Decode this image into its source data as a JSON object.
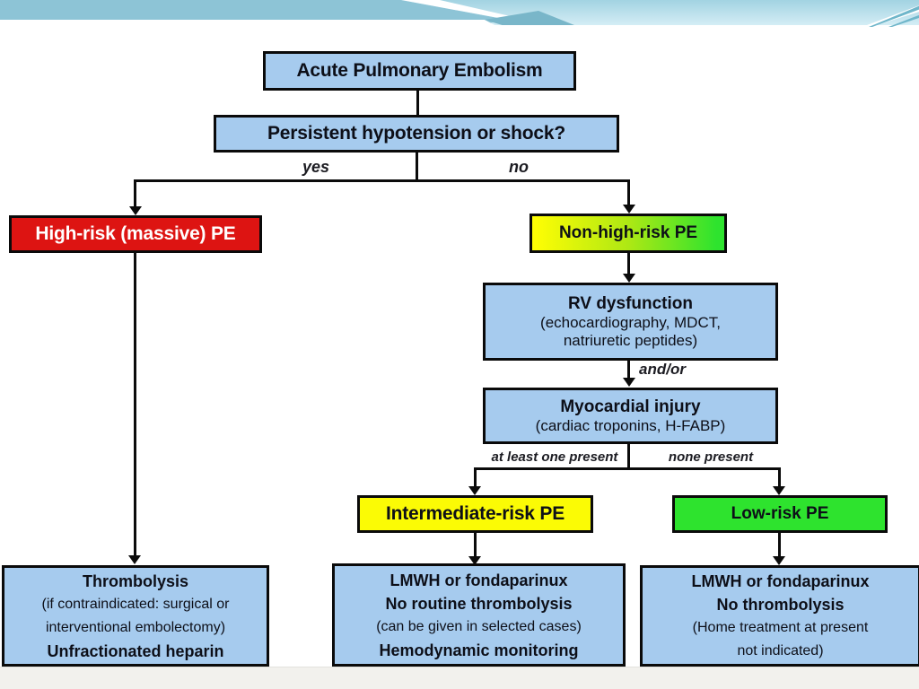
{
  "slide": {
    "nodes": {
      "title": "Acute Pulmonary Embolism",
      "question": "Persistent hypotension or shock?",
      "high_risk": "High-risk (massive) PE",
      "non_high_risk": "Non-high-risk PE",
      "rv_dysfunction": {
        "line1": "RV dysfunction",
        "line2": "(echocardiography, MDCT,",
        "line3": "natriuretic peptides)"
      },
      "myocardial_injury": {
        "line1": "Myocardial injury",
        "line2": "(cardiac troponins, H-FABP)"
      },
      "intermediate_risk": "Intermediate-risk PE",
      "low_risk": "Low-risk PE",
      "treatment_high_risk": {
        "line1": "Thrombolysis",
        "line2": "(if contraindicated: surgical or",
        "line3": "interventional embolectomy)",
        "line4": "Unfractionated heparin"
      },
      "treatment_intermediate": {
        "line1": "LMWH or fondaparinux",
        "line2": "No routine thrombolysis",
        "line3": "(can be given in selected cases)",
        "line4": "Hemodynamic monitoring"
      },
      "treatment_low": {
        "line1": "LMWH or fondaparinux",
        "line2": "No thrombolysis",
        "line3": "(Home treatment at present",
        "line4": "not indicated)"
      }
    },
    "edge_labels": {
      "yes": "yes",
      "no": "no",
      "and_or": "and/or",
      "at_least_one": "at least one present",
      "none_present": "none present"
    },
    "colors": {
      "node_blue": "#a6cbee",
      "high_risk_red": "#dd1412",
      "intermediate_yellow": "#fbfb05",
      "low_risk_green": "#2ee32e",
      "non_high_gradient_left": "#fdfd04",
      "non_high_gradient_right": "#2ee32e",
      "banner_blue": "#8dc4d6",
      "banner_light_blue": "#cfeaf3",
      "bottom_strip": "#f2f1ed"
    }
  }
}
